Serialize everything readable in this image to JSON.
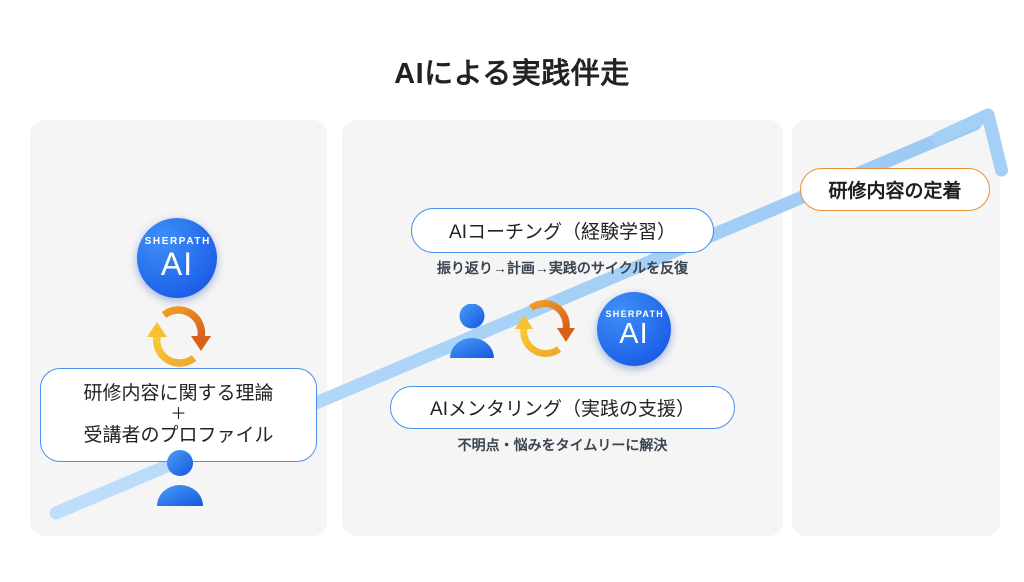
{
  "title": "AIによる実践伴走",
  "colors": {
    "panel_bg": "#f5f5f5",
    "page_bg": "#ffffff",
    "accent_blue": "#4a90ec",
    "badge_blue": "#2f7bf0",
    "arrow_blue": "#a8d2f7",
    "accent_orange": "#e8913a",
    "cycle_yellow": "#f5c02e",
    "cycle_orange": "#e0651a",
    "text_dark": "#222222",
    "subtitle_gray": "#3a4450"
  },
  "badge": {
    "brand": "SHERPATH",
    "name": "AI"
  },
  "panels": [
    {
      "id": "panel-1",
      "name": "input-panel",
      "card": {
        "line1": "研修内容に関する理論",
        "plus": "＋",
        "line2": "受講者のプロファイル"
      }
    },
    {
      "id": "panel-2",
      "name": "practice-panel",
      "coaching": {
        "label": "AIコーチング（経験学習）",
        "subtitle": "振り返り→計画→実践のサイクルを反復"
      },
      "mentoring": {
        "label": "AIメンタリング（実践の支援）",
        "subtitle": "不明点・悩みをタイムリーに解決"
      }
    },
    {
      "id": "panel-3",
      "name": "outcome-panel",
      "retention": {
        "label": "研修内容の定着"
      }
    }
  ],
  "icons": {
    "cycle": "refresh-cycle-icon",
    "person": "person-icon",
    "growth_arrow": "growth-arrow-icon"
  }
}
